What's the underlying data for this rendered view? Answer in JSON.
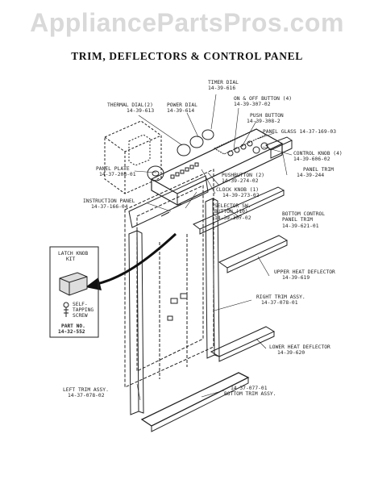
{
  "watermark": "AppliancePartsPros.com",
  "title": "TRIM, DEFLECTORS & CONTROL PANEL",
  "labels": {
    "timer_dial": {
      "name": "TIMER DIAL",
      "part": "14-39-616"
    },
    "thermal_dial": {
      "name": "THERMAL DIAL(2)",
      "part": "14-39-613"
    },
    "power_dial": {
      "name": "POWER DIAL",
      "part": "14-39-614"
    },
    "on_off_button": {
      "name": "ON & OFF BUTTON (4)",
      "part": "14-39-307-02"
    },
    "push_button": {
      "name": "PUSH BUTTON",
      "part": "14-39-308-2"
    },
    "panel_glass": {
      "name": "PANEL GLASS 14-37-169-03"
    },
    "control_knob": {
      "name": "CONTROL KNOB (4)",
      "part": "14-39-606-02"
    },
    "panel_trim": {
      "name": "PANEL TRIM",
      "part": "14-39-244"
    },
    "panel_plate": {
      "name": "PANEL PLATE",
      "part": "14-37-208-01"
    },
    "pushbutton2": {
      "name": "PUSHBUTTON (2)",
      "part": "14-39-274-02"
    },
    "clock_knob": {
      "name": "CLOCK KNOB (1)",
      "part": "14-39-273-02"
    },
    "instruction_panel": {
      "name": "INSTRUCTION PANEL",
      "part": "14-37-166-04"
    },
    "selector_sw_button": {
      "name": "SELECTOR SW.",
      "name2": "BUTTON (10)",
      "part": "14-39-307-02"
    },
    "bottom_control_panel_trim": {
      "name": "BOTTOM CONTROL",
      "name2": "PANEL TRIM",
      "part": "14-39-621-01"
    },
    "upper_heat_deflector": {
      "name": "UPPER HEAT DEFLECTOR",
      "part": "14-39-619"
    },
    "right_trim": {
      "name": "RIGHT TRIM ASSY.",
      "part": "14-37-078-01"
    },
    "lower_heat_deflector": {
      "name": "LOWER HEAT DEFLECTOR",
      "part": "14-39-620"
    },
    "bottom_trim": {
      "part": "14-37-077-01",
      "name": "BOTTOM TRIM ASSY."
    },
    "left_trim": {
      "name": "LEFT TRIM ASSY.",
      "part": "14-37-078-02"
    }
  },
  "inset": {
    "title1": "LATCH KNOB",
    "title2": "KIT",
    "screw1": "SELF-",
    "screw2": "TAPPING",
    "screw3": "SCREW",
    "part_label": "PART NO.",
    "part_number": "14-32-552"
  }
}
